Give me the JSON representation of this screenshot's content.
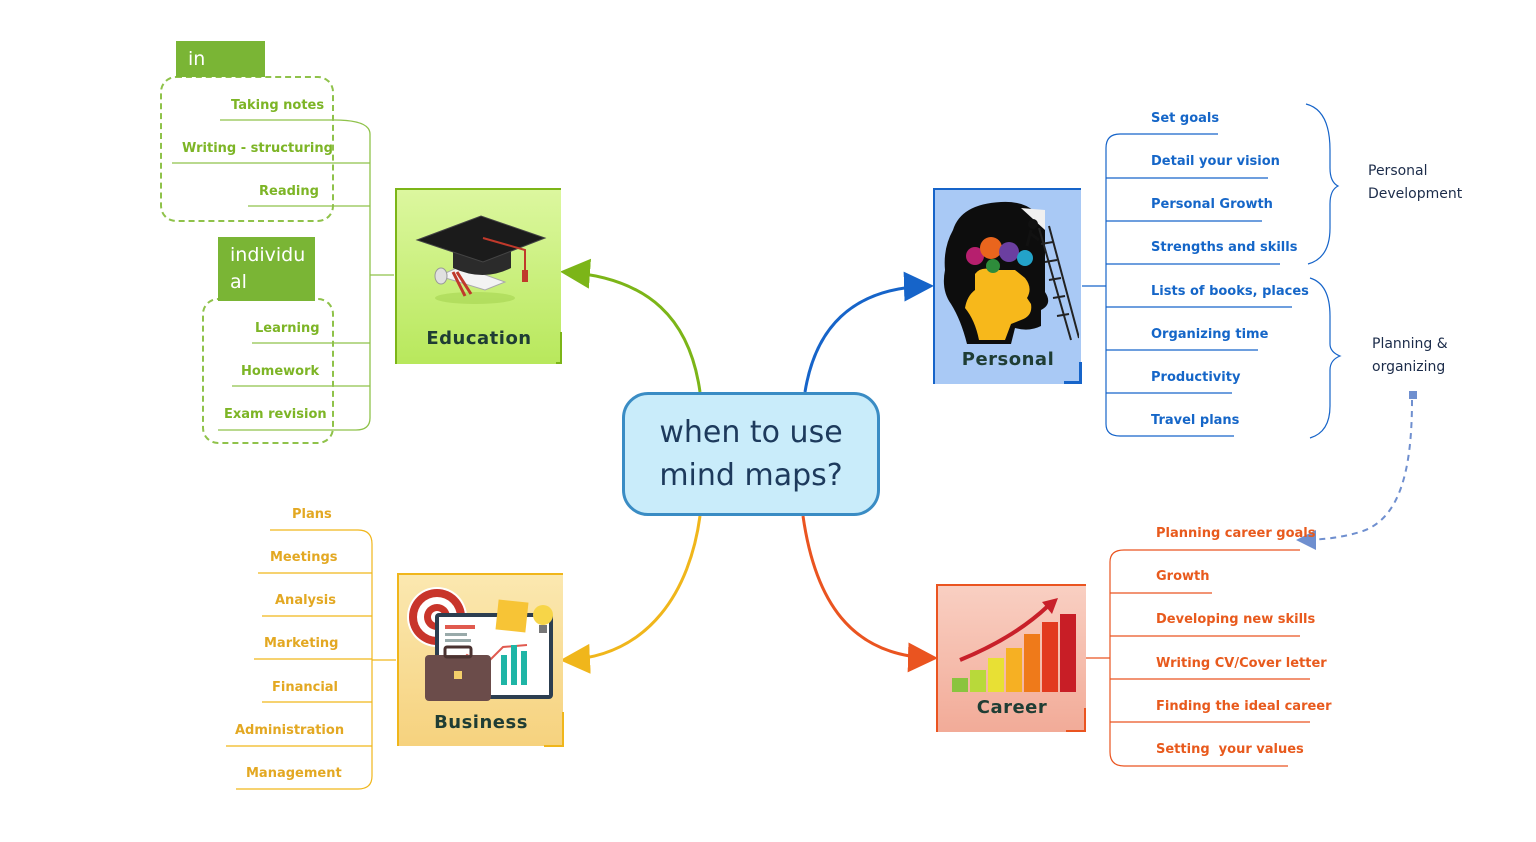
{
  "center": {
    "line1": "when to use",
    "line2": "mind maps?"
  },
  "topics": {
    "education": {
      "label": "Education",
      "color": "#7cb518"
    },
    "personal": {
      "label": "Personal",
      "color": "#1664c9"
    },
    "business": {
      "label": "Business",
      "color": "#f0b61b"
    },
    "career": {
      "label": "Career",
      "color": "#ea5420"
    }
  },
  "education": {
    "groups": [
      {
        "label": "in class",
        "items": [
          "Taking notes",
          "Writing - structuring",
          "Reading"
        ]
      },
      {
        "label_line1": "individu",
        "label_line2": "al",
        "items": [
          "Learning",
          "Homework",
          "Exam revision"
        ]
      }
    ]
  },
  "personal": {
    "items": [
      "Set goals",
      "Detail your vision",
      "Personal Growth",
      "Strengths and skills",
      "Lists of books, places",
      "Organizing time",
      "Productivity",
      "Travel plans"
    ],
    "summaries": [
      {
        "line1": "Personal",
        "line2": "Development"
      },
      {
        "line1": "Planning &",
        "line2": "organizing"
      }
    ]
  },
  "career": {
    "items": [
      "Planning career goals",
      "Growth",
      "Developing new skills",
      "Writing CV/Cover letter",
      "Finding the ideal career",
      "Setting  your values"
    ]
  },
  "business": {
    "items": [
      "Plans",
      "Meetings",
      "Analysis",
      "Marketing",
      "Financial",
      "Administration",
      "Management"
    ]
  },
  "icons": [
    "graduation-cap-icon",
    "head-gears-icon",
    "briefcase-chart-icon",
    "growth-bars-icon"
  ]
}
